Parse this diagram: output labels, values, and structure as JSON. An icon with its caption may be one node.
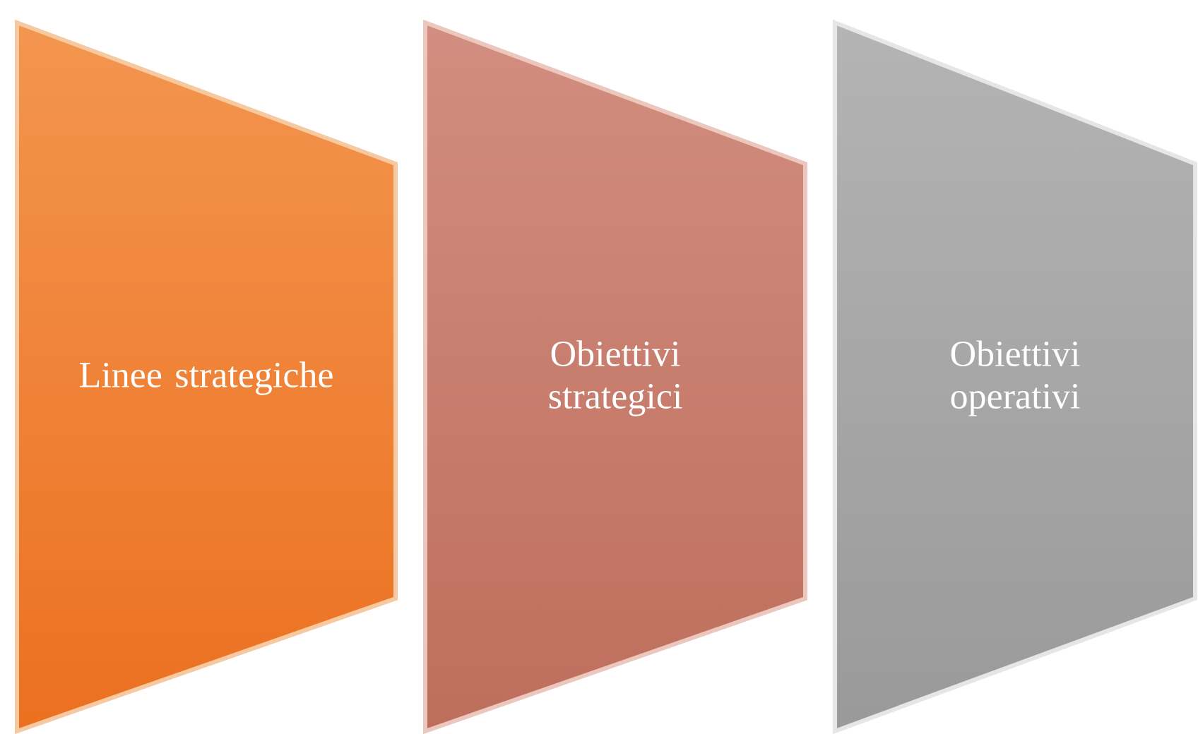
{
  "diagram": {
    "nodes": [
      {
        "text": [
          "Linee strategiche"
        ]
      },
      {
        "text": [
          "Obiettivi strategici"
        ]
      },
      {
        "text": [
          "Obiettivi operativi"
        ]
      }
    ]
  }
}
